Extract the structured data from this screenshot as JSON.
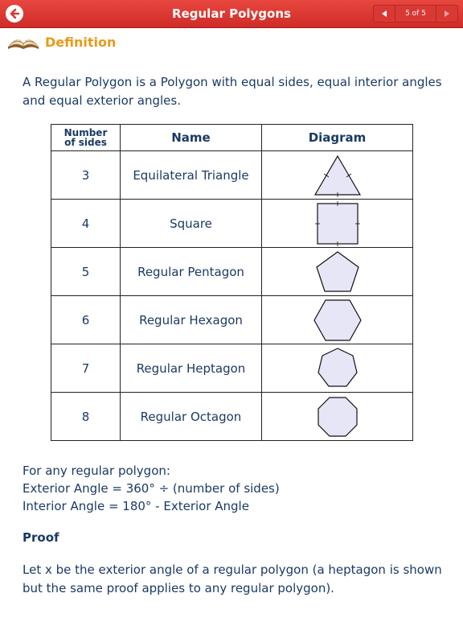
{
  "header": {
    "title": "Regular Polygons",
    "page_indicator": "5 of 5",
    "back_icon": "back-arrow-icon",
    "prev_icon": "triangle-left-icon",
    "next_icon": "triangle-right-icon",
    "color": "#d93934"
  },
  "definition": {
    "icon": "open-book-icon",
    "label": "Definition",
    "color": "#e79a1c"
  },
  "intro": "A Regular Polygon is a Polygon with equal sides, equal interior angles and equal exterior angles.",
  "table": {
    "headers": {
      "sides_line1": "Number",
      "sides_line2": "of sides",
      "name": "Name",
      "diagram": "Diagram"
    },
    "rows": [
      {
        "sides": "3",
        "name": "Equilateral Triangle"
      },
      {
        "sides": "4",
        "name": "Square"
      },
      {
        "sides": "5",
        "name": "Regular Pentagon"
      },
      {
        "sides": "6",
        "name": "Regular Hexagon"
      },
      {
        "sides": "7",
        "name": "Regular Heptagon"
      },
      {
        "sides": "8",
        "name": "Regular Octagon"
      }
    ],
    "shape_fill": "#e6e6f7",
    "shape_stroke": "#111111"
  },
  "formula": {
    "line1": "For any regular polygon:",
    "line2": "Exterior Angle = 360° ÷ (number of sides)",
    "line3": "Interior Angle = 180° - Exterior Angle"
  },
  "proof": {
    "heading": "Proof",
    "text": "Let x be the exterior angle of a regular polygon (a heptagon is shown but the same proof applies to any regular polygon)."
  },
  "text_color": "#1a3a66"
}
